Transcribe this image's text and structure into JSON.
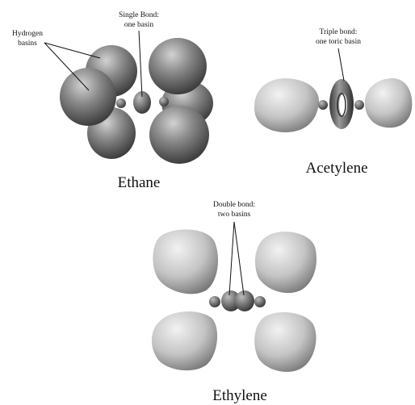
{
  "figure": {
    "panels": [
      {
        "id": "ethane",
        "name": "Ethane",
        "annotations": [
          {
            "id": "hydrogen",
            "lines": [
              "Hydrogen",
              "basins"
            ]
          },
          {
            "id": "single-bond",
            "lines": [
              "Single Bond:",
              "one basin"
            ]
          }
        ]
      },
      {
        "id": "acetylene",
        "name": "Acetylene",
        "annotations": [
          {
            "id": "triple-bond",
            "lines": [
              "Triple bond:",
              "one toric basin"
            ]
          }
        ]
      },
      {
        "id": "ethylene",
        "name": "Ethylene",
        "annotations": [
          {
            "id": "double-bond",
            "lines": [
              "Double bond:",
              "two basins"
            ]
          }
        ]
      }
    ]
  }
}
